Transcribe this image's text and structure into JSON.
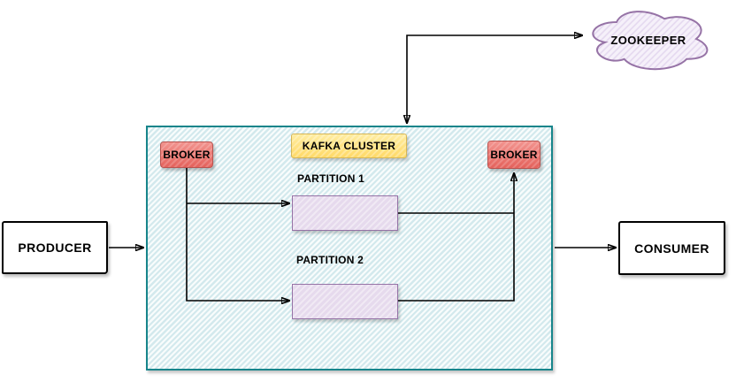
{
  "diagram": {
    "producer": {
      "label": "PRODUCER"
    },
    "consumer": {
      "label": "CONSUMER"
    },
    "zookeeper": {
      "label": "ZOOKEEPER"
    },
    "kafka_cluster": {
      "label": "KAFKA CLUSTER",
      "brokers": [
        {
          "label": "BROKER"
        },
        {
          "label": "BROKER"
        }
      ],
      "partitions": [
        {
          "label": "PARTITION 1"
        },
        {
          "label": "PARTITION 2"
        }
      ]
    },
    "colors": {
      "text_color": "#000000",
      "connector": "#000000",
      "cluster_border": "#17858b",
      "cluster_bg": "#eef6f8",
      "cluster_stripe": "#d3e9ed",
      "kafka_label_fill_light": "#ffeda1",
      "kafka_label_fill": "#ffd966",
      "kafka_label_border": "#d6b656",
      "broker_fill_light": "#f2938e",
      "broker_fill": "#e4625c",
      "broker_border": "#b85450",
      "partition_fill": "#e6daed",
      "partition_border": "#9673a6",
      "cloud_fill": "#f6f1fa",
      "cloud_stripe": "#e4d8ef",
      "cloud_border": "#9673a6",
      "endpoint_fill": "#ffffff",
      "endpoint_border": "#000000"
    }
  }
}
